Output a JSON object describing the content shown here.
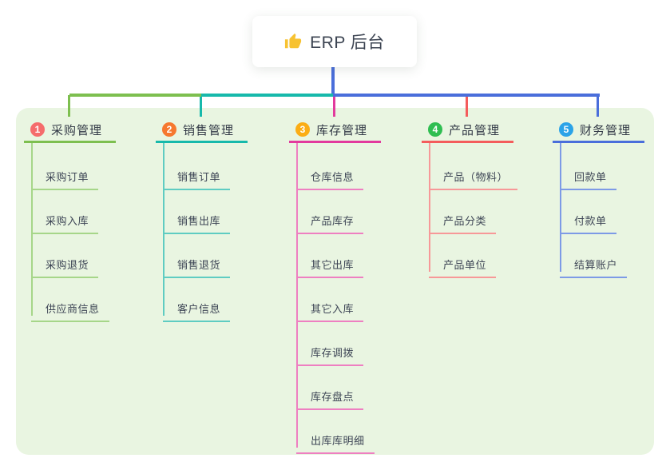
{
  "root": {
    "title": "ERP 后台",
    "icon": "thumbs-up-icon",
    "icon_color": "#f7c231"
  },
  "canvas": {
    "background": "#ffffff",
    "panel_background": "#e9f5e1",
    "root_connector_color": "#4a6edb",
    "text_color": "#3d4555"
  },
  "branches": [
    {
      "index": "1",
      "label": "采购管理",
      "badge_color": "#f56c6c",
      "line_color": "#7dbf4f",
      "child_line_color": "#a6d689",
      "children": [
        "采购订单",
        "采购入库",
        "采购退货",
        "供应商信息"
      ]
    },
    {
      "index": "2",
      "label": "销售管理",
      "badge_color": "#f6782f",
      "line_color": "#17b9ab",
      "child_line_color": "#5fccc2",
      "children": [
        "销售订单",
        "销售出库",
        "销售退货",
        "客户信息"
      ]
    },
    {
      "index": "3",
      "label": "库存管理",
      "badge_color": "#fbad15",
      "line_color": "#e23a9d",
      "child_line_color": "#ee7fc1",
      "children": [
        "仓库信息",
        "产品库存",
        "其它出库",
        "其它入库",
        "库存调拨",
        "库存盘点",
        "出库库明细"
      ]
    },
    {
      "index": "4",
      "label": "产品管理",
      "badge_color": "#2fbe51",
      "line_color": "#f45c5c",
      "child_line_color": "#f79898",
      "children": [
        "产品（物料）",
        "产品分类",
        "产品单位"
      ]
    },
    {
      "index": "5",
      "label": "财务管理",
      "badge_color": "#2ba3e8",
      "line_color": "#4a6edb",
      "child_line_color": "#7d9ae6",
      "children": [
        "回款单",
        "付款单",
        "结算账户"
      ]
    }
  ]
}
